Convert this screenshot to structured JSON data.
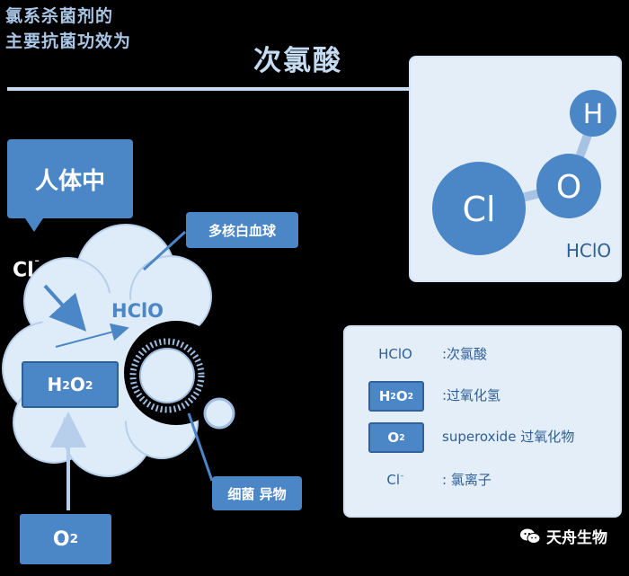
{
  "heading": {
    "line1": "氯系杀菌剂的",
    "line2": "主要抗菌功效为",
    "highlight": "次氯酸"
  },
  "molecule": {
    "atom_cl": "Cl",
    "atom_o": "O",
    "atom_h": "H",
    "formula": "HClO"
  },
  "diagram": {
    "callout_body": "人体中",
    "callout_cell": "多核白血球",
    "callout_bacteria": "细菌 异物",
    "ion_cl": "Cl",
    "ion_cl_charge": "¯",
    "inner_formula": "HClO",
    "h2o2": {
      "p1": "H",
      "s1": "2",
      "p2": "O",
      "s2": "2"
    },
    "o2": {
      "p1": "O",
      "s1": "2"
    }
  },
  "legend": {
    "rows": [
      {
        "symbol": "HClO",
        "desc": ":次氯酸"
      },
      {
        "symbol_main": "H",
        "symbol_sub1": "2",
        "symbol_o": "O",
        "symbol_sub2": "2",
        "desc": ":过氧化氢"
      },
      {
        "symbol_main": "O",
        "symbol_sub": "2",
        "desc": "superoxide 过氧化物"
      },
      {
        "symbol_main": "Cl",
        "symbol_sup": "¯",
        "desc": ": 氯离子"
      }
    ]
  },
  "brand": {
    "name": "天舟生物"
  },
  "colors": {
    "background": "#000000",
    "accent": "#4b86c7",
    "light_fill": "#e4eef9",
    "heading": "#a9c6e6"
  }
}
